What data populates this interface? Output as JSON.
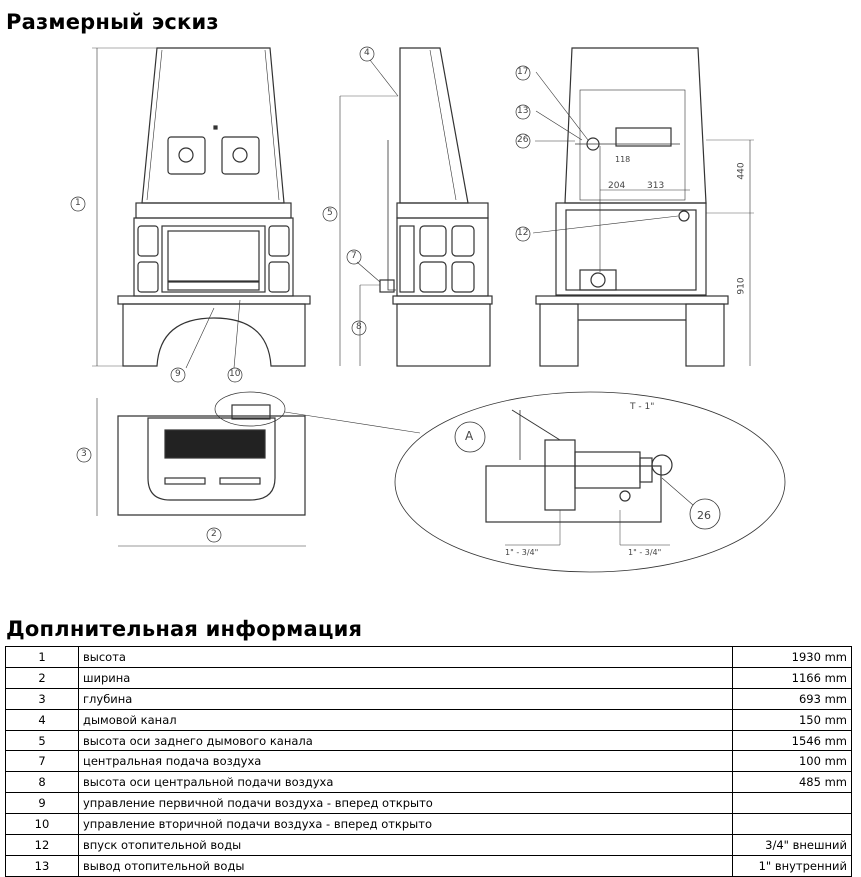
{
  "headings": {
    "sketch": "Размерный эскиз",
    "info": "Доплнительная информация"
  },
  "drawing": {
    "callouts": [
      "1",
      "2",
      "3",
      "4",
      "5",
      "7",
      "8",
      "9",
      "10",
      "12",
      "13",
      "17",
      "26"
    ],
    "dims": {
      "d118": "118",
      "d204": "204",
      "d313": "313",
      "d440": "440",
      "d910": "910"
    },
    "detail": {
      "letter": "A",
      "thread": "T - 1\"",
      "left": "1\" - 3/4\"",
      "right": "1\" - 3/4\"",
      "callout": "26"
    }
  },
  "info_rows": [
    {
      "no": "1",
      "name": "высота",
      "value": "1930 mm"
    },
    {
      "no": "2",
      "name": "ширина",
      "value": "1166 mm"
    },
    {
      "no": "3",
      "name": "глубина",
      "value": "693 mm"
    },
    {
      "no": "4",
      "name": "дымовой канал",
      "value": "150 mm"
    },
    {
      "no": "5",
      "name": "высота оси заднего дымового канала",
      "value": "1546 mm"
    },
    {
      "no": "7",
      "name": "центральная подача воздуха",
      "value": "100 mm"
    },
    {
      "no": "8",
      "name": "высота оси центральной подачи воздуха",
      "value": "485 mm"
    },
    {
      "no": "9",
      "name": "управление первичной подачи воздуха - вперед открыто",
      "value": ""
    },
    {
      "no": "10",
      "name": "управление вторичной подачи воздуха - вперед открыто",
      "value": ""
    },
    {
      "no": "12",
      "name": "впуск отопительной воды",
      "value": "3/4\" внешний"
    },
    {
      "no": "13",
      "name": "вывод отопительной воды",
      "value": "1\" внутренний"
    }
  ]
}
